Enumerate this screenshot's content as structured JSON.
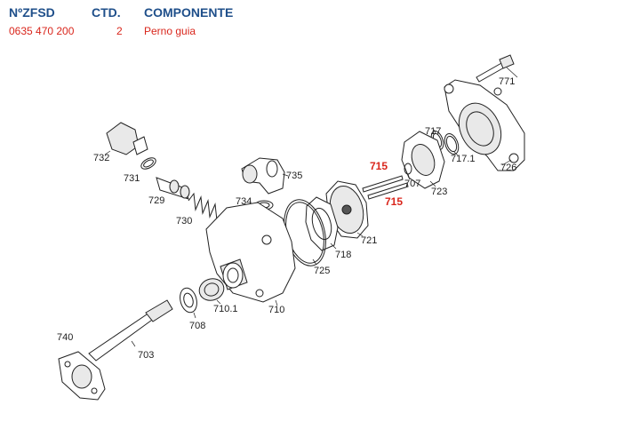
{
  "header": {
    "col_code": "NºZFSD",
    "col_qty": "CTD.",
    "col_component": "COMPONENTE"
  },
  "row": {
    "code": "0635 470 200",
    "qty": "2",
    "component": "Perno guia"
  },
  "labels": {
    "l771": "771",
    "l717": "717",
    "l7171": "717.1",
    "l726": "726",
    "l715a": "715",
    "l715b": "715",
    "l707": "707",
    "l723": "723",
    "l735": "735",
    "l732": "732",
    "l731": "731",
    "l729": "729",
    "l734": "734",
    "l730": "730",
    "l721": "721",
    "l718": "718",
    "l725": "725",
    "l7101": "710.1",
    "l710": "710",
    "l708": "708",
    "l740": "740",
    "l703": "703"
  }
}
